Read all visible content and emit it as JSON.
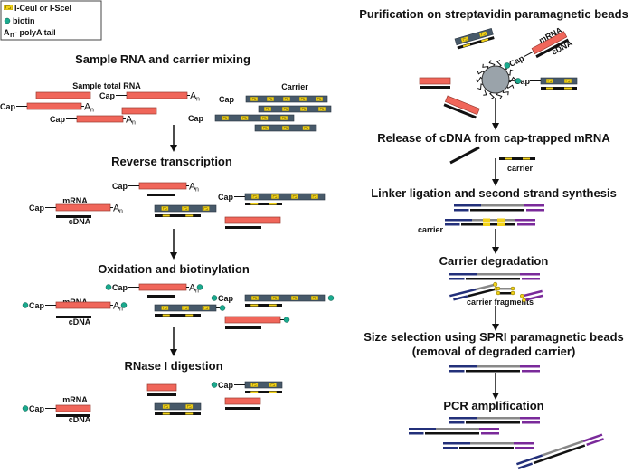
{
  "colors": {
    "mrna": "#f0665a",
    "mrna_border": "#9a3a30",
    "carrier": "#485a6a",
    "restriction_site": "#f2d21a",
    "biotin": "#1aaa8e",
    "cdna": "#111111",
    "linker_blue": "#23307a",
    "linker_purple": "#7a2a9a",
    "second_strand_gray": "#888888",
    "bead": "#9aa3aa"
  },
  "legend": {
    "items": [
      {
        "icon": "restriction-site-icon",
        "label": "I-CeuI or I-SceI"
      },
      {
        "icon": "biotin-icon",
        "label": "biotin"
      },
      {
        "icon": "polya-icon",
        "symbol": "A",
        "subscript": "n",
        "label": " - polyA tail"
      }
    ]
  },
  "labels": {
    "cap": "Cap",
    "polya": "A",
    "polya_sub": "n",
    "mrna": "mRNA",
    "cdna": "cDNA",
    "sample_total_rna": "Sample total RNA",
    "carrier": "Carrier",
    "carrier_lower": "carrier",
    "carrier_fragments": "carrier fragments"
  },
  "steps_left": [
    {
      "id": "mixing",
      "title": "Sample RNA and carrier mixing"
    },
    {
      "id": "rt",
      "title": "Reverse transcription"
    },
    {
      "id": "oxidation",
      "title": "Oxidation and biotinylation"
    },
    {
      "id": "rnase",
      "title": "RNase I digestion"
    }
  ],
  "steps_right": [
    {
      "id": "purification",
      "title": "Purification on streptavidin paramagnetic beads"
    },
    {
      "id": "release",
      "title": "Release of cDNA from cap-trapped mRNA"
    },
    {
      "id": "ligation",
      "title": "Linker ligation and second strand synthesis"
    },
    {
      "id": "degradation",
      "title": "Carrier degradation"
    },
    {
      "id": "size_selection",
      "title": "Size selection using SPRI paramagnetic beads"
    },
    {
      "id": "size_selection_sub",
      "title": "(removal of degraded carrier)"
    },
    {
      "id": "pcr",
      "title": "PCR amplification"
    }
  ]
}
